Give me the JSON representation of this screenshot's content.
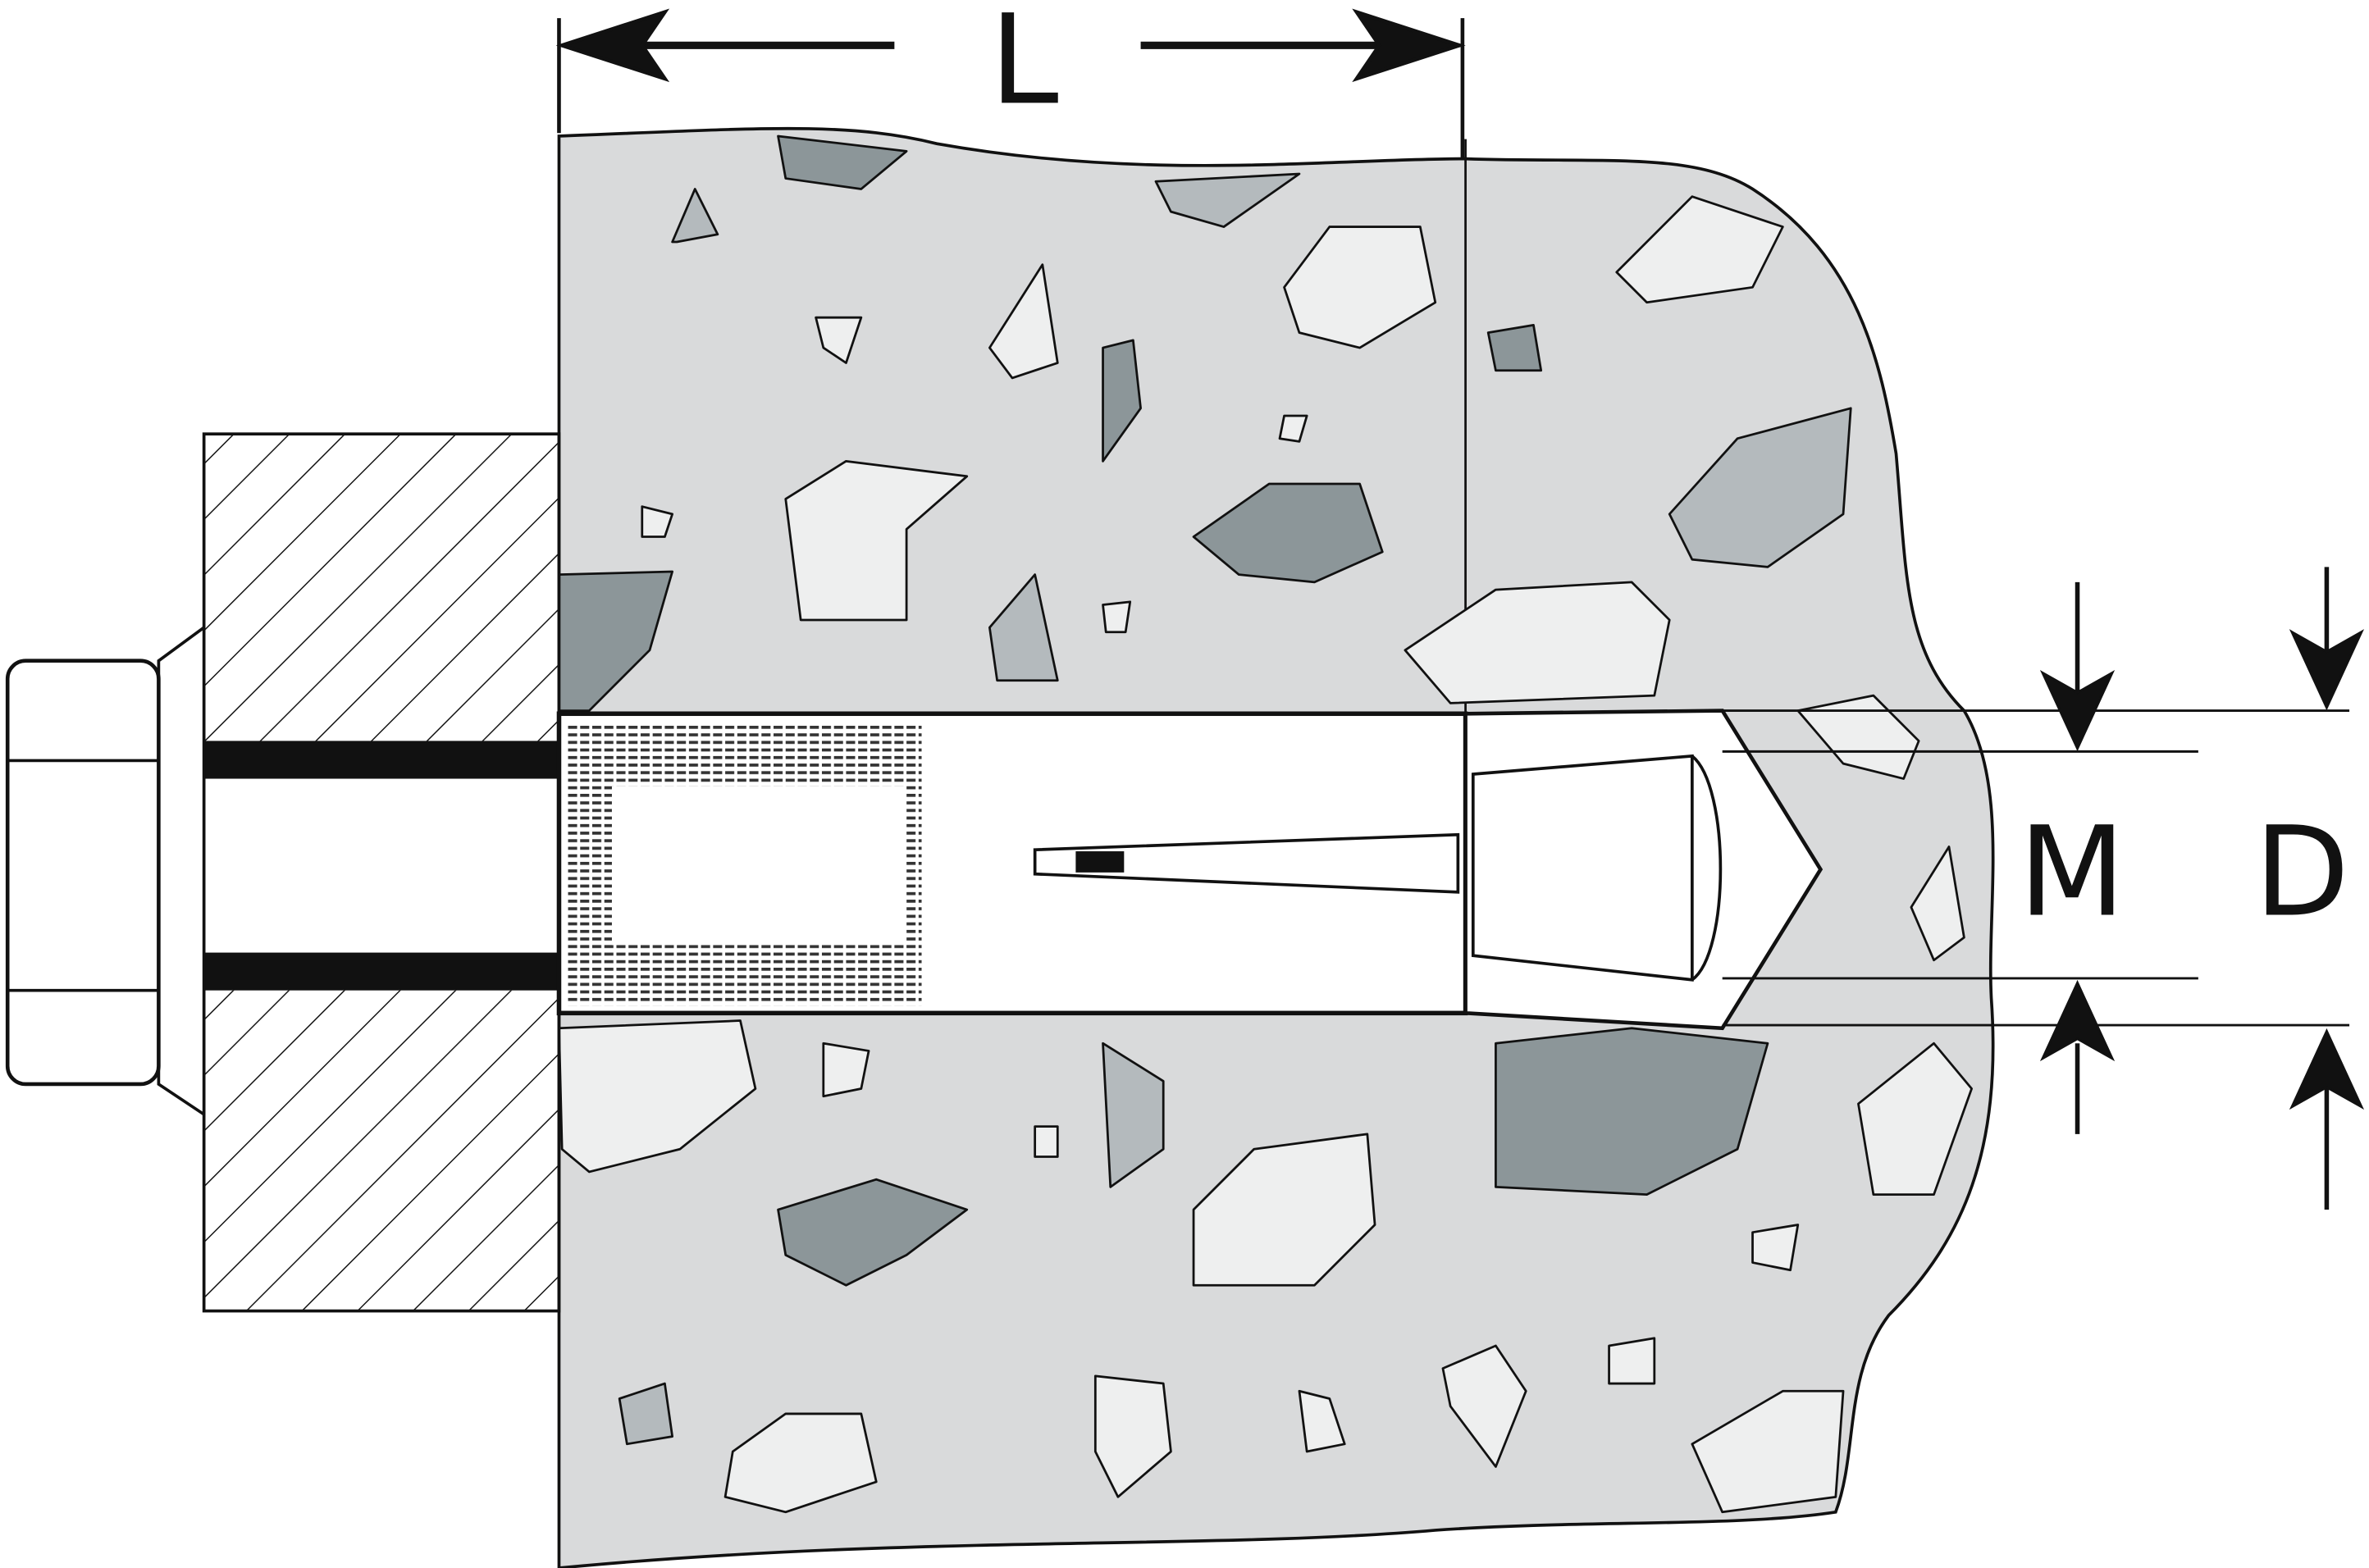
{
  "diagram": {
    "labels": {
      "length": "L",
      "thread_diameter": "M",
      "drill_diameter": "D"
    },
    "colors": {
      "concrete": "#d9dadb",
      "stone_light": "#eeefef",
      "stone_mid": "#b4babd",
      "stone_dark": "#8c9699",
      "outline": "#111111"
    }
  }
}
